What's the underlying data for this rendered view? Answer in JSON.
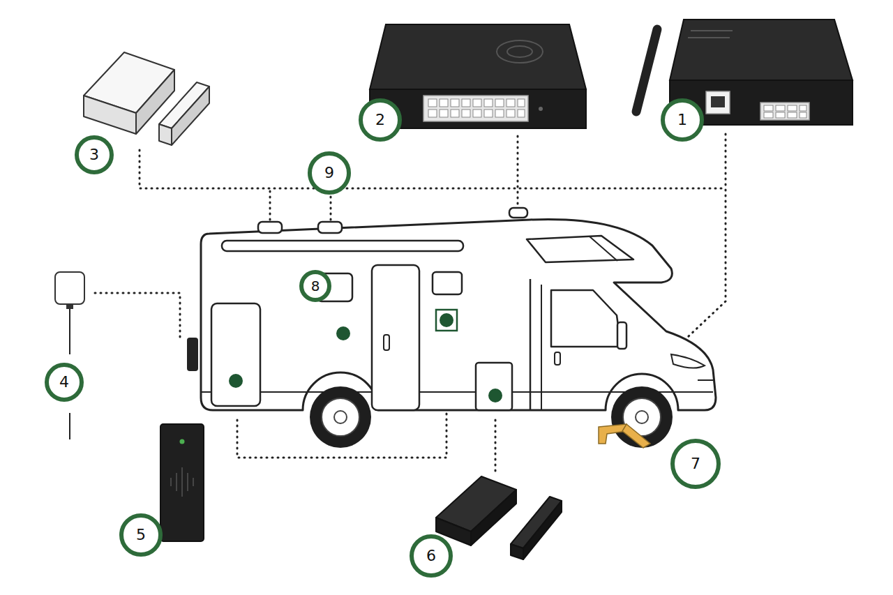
{
  "diagram": {
    "labels": [
      "2",
      "1",
      "3",
      "9",
      "8",
      "4",
      "7",
      "5",
      "6"
    ]
  }
}
